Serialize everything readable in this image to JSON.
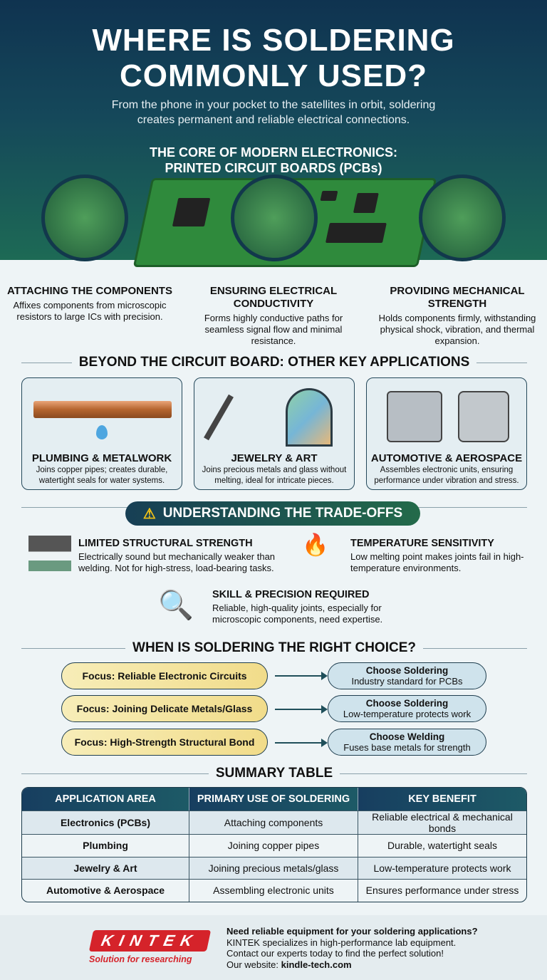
{
  "header": {
    "title_line1": "WHERE IS SOLDERING",
    "title_line2": "COMMONLY USED?",
    "subtitle_line1": "From the phone in your pocket to the satellites in orbit, soldering",
    "subtitle_line2": "creates permanent and reliable electrical connections.",
    "core_line1": "THE CORE OF MODERN ELECTRONICS:",
    "core_line2": "PRINTED CIRCUIT BOARDS (PCBs)"
  },
  "features": [
    {
      "title": "ATTACHING THE COMPONENTS",
      "desc": "Affixes components from microscopic resistors to large ICs with precision.",
      "icon": "tweezers-icon"
    },
    {
      "title": "ENSURING ELECTRICAL CONDUCTIVITY",
      "desc": "Forms highly conductive paths for seamless signal flow and minimal resistance.",
      "icon": "solder-joint-arrow-icon"
    },
    {
      "title": "PROVIDING MECHANICAL STRENGTH",
      "desc": "Holds components firmly, withstanding physical shock, vibration, and thermal expansion.",
      "icon": "soldering-tip-icon"
    }
  ],
  "applications": {
    "heading": "BEYOND THE CIRCUIT BOARD: OTHER KEY APPLICATIONS",
    "cards": [
      {
        "title": "PLUMBING & METALWORK",
        "desc": "Joins copper pipes; creates durable, watertight seals for water systems.",
        "icon": "copper-pipe-icon"
      },
      {
        "title": "JEWELRY & ART",
        "desc": "Joins precious metals and glass without melting, ideal for intricate pieces.",
        "icon": "stained-glass-icon"
      },
      {
        "title": "AUTOMOTIVE & AEROSPACE",
        "desc": "Assembles electronic units, ensuring performance under vibration and stress.",
        "icon": "control-unit-icon"
      }
    ]
  },
  "tradeoffs": {
    "heading": "UNDERSTANDING THE TRADE-OFFS",
    "items": [
      {
        "title": "LIMITED STRUCTURAL STRENGTH",
        "desc": "Electrically sound but mechanically weaker than welding. Not for high-stress, load-bearing tasks.",
        "icon": "cracked-joint-icon"
      },
      {
        "title": "TEMPERATURE SENSITIVITY",
        "desc": "Low melting point makes joints fail in high-temperature environments.",
        "icon": "flame-icon"
      },
      {
        "title": "SKILL & PRECISION REQUIRED",
        "desc": "Reliable, high-quality joints, especially for microscopic components, need expertise.",
        "icon": "magnifier-icon"
      }
    ]
  },
  "choice": {
    "heading": "WHEN IS SOLDERING THE RIGHT CHOICE?",
    "rows": [
      {
        "focus": "Focus: Reliable Electronic Circuits",
        "result": "Choose Soldering",
        "note": "Industry standard for PCBs"
      },
      {
        "focus": "Focus: Joining Delicate Metals/Glass",
        "result": "Choose Soldering",
        "note": "Low-temperature protects work"
      },
      {
        "focus": "Focus: High-Strength Structural Bond",
        "result": "Choose Welding",
        "note": "Fuses base metals for strength"
      }
    ]
  },
  "summary": {
    "heading": "SUMMARY TABLE",
    "columns": [
      "APPLICATION AREA",
      "PRIMARY USE OF SOLDERING",
      "KEY BENEFIT"
    ],
    "rows": [
      [
        "Electronics (PCBs)",
        "Attaching components",
        "Reliable electrical & mechanical bonds"
      ],
      [
        "Plumbing",
        "Joining copper pipes",
        "Durable, watertight seals"
      ],
      [
        "Jewelry & Art",
        "Joining precious metals/glass",
        "Low-temperature protects work"
      ],
      [
        "Automotive & Aerospace",
        "Assembling electronic units",
        "Ensures performance under stress"
      ]
    ]
  },
  "footer": {
    "logo": "KINTEK",
    "tagline": "Solution for researching",
    "cta": "Need reliable equipment for your soldering applications?",
    "line2": "KINTEK specializes in high-performance lab equipment.",
    "line3": "Contact our experts today to find the perfect solution!",
    "website_label": "Our website:",
    "website": "kindle-tech.com"
  },
  "colors": {
    "header_dark": "#0f3350",
    "header_green": "#1d6a55",
    "brand_red": "#d5232a",
    "focus_yellow": "#f1dc8a",
    "result_blue": "#cfe3ec"
  }
}
